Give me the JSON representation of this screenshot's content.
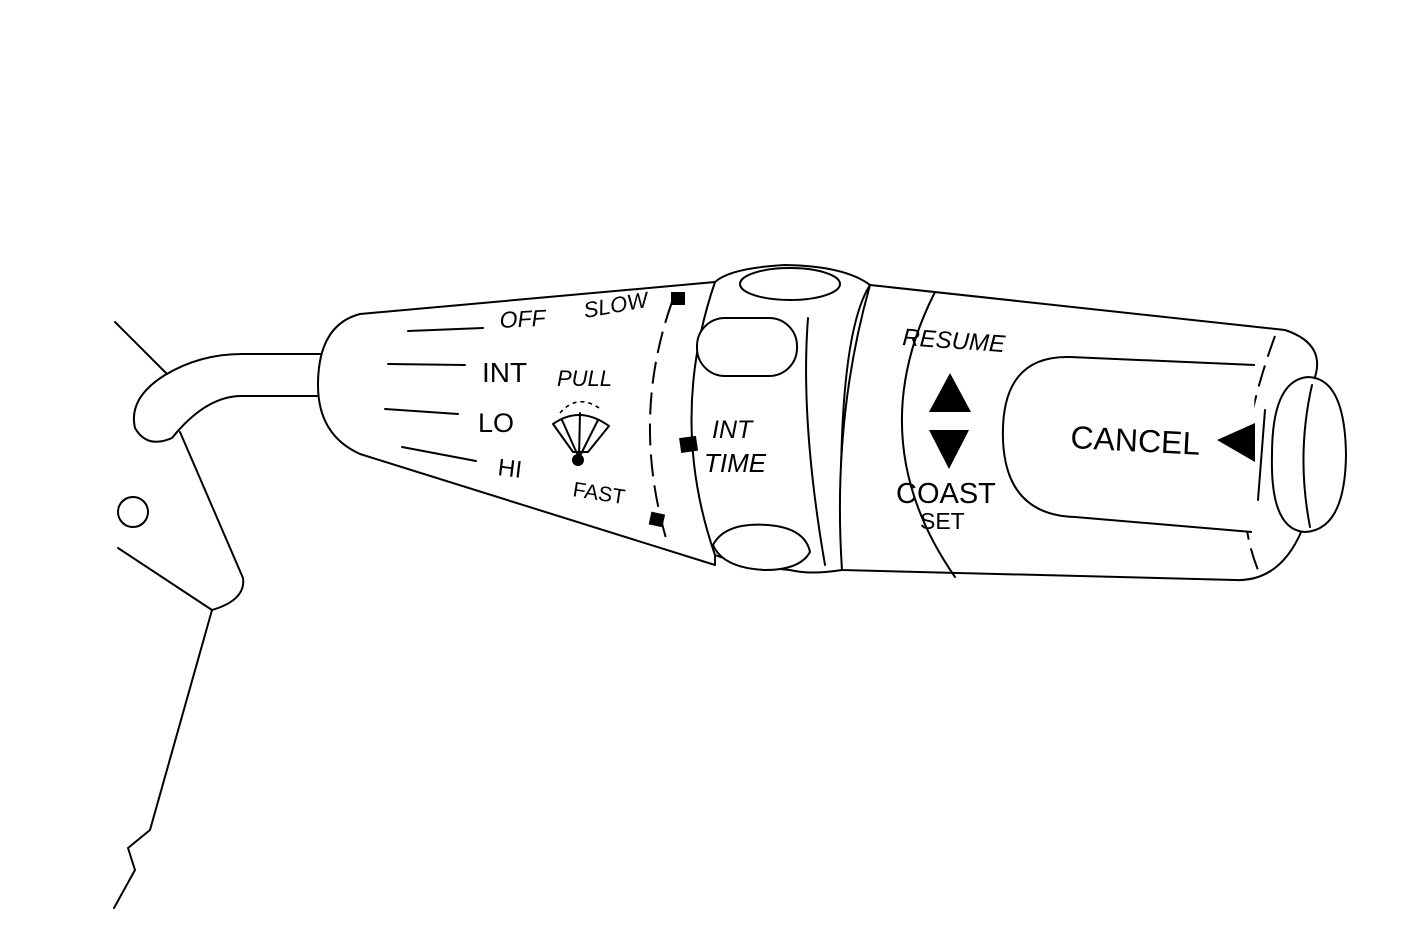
{
  "colors": {
    "ink": "#000000",
    "paper": "#ffffff"
  },
  "wiper_positions": {
    "off": "OFF",
    "int": "INT",
    "lo": "LO",
    "hi": "HI"
  },
  "wiper_icon": {
    "name": "wiper-icon",
    "pull": "PULL"
  },
  "speed_ring": {
    "slow": "SLOW",
    "fast": "FAST"
  },
  "int_time": {
    "line1": "INT",
    "line2": "TIME"
  },
  "cruise": {
    "resume": "RESUME",
    "up_icon": "triangle-up-icon",
    "down_icon": "triangle-down-icon",
    "coast": "COAST",
    "set": "SET",
    "cancel": "CANCEL",
    "cancel_icon": "triangle-left-icon"
  }
}
